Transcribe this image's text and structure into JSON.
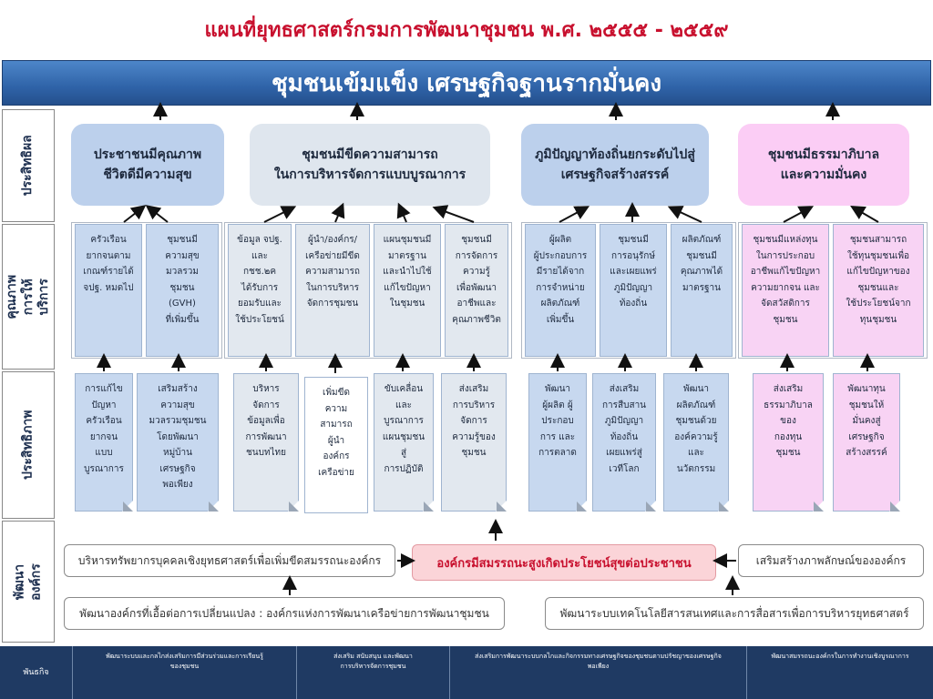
{
  "title": "แผนที่ยุทธศาสตร์กรมการพัฒนาชุมชน พ.ศ. ๒๕๕๕ - ๒๕๕๙",
  "vision": "ชุมชนเข้มแข็ง  เศรษฐกิจฐานรากมั่นคง",
  "perspectives": {
    "effectiveness": "ประสิทธิผล",
    "quality": "คุณภาพ\nการให้บริการ",
    "efficiency": "ประสิทธิภาพ",
    "org_dev": "พัฒนาองค์กร"
  },
  "goals": [
    {
      "text": "ประชาชนมีคุณภาพ\nชีวิตดีมีความสุข"
    },
    {
      "text": "ชุมชนมีขีดความสามารถ\nในการบริหารจัดการแบบบูรณาการ"
    },
    {
      "text": "ภูมิปัญญาท้องถิ่นยกระดับไปสู่\nเศรษฐกิจสร้างสรรค์"
    },
    {
      "text": "ชุมชนมีธรรมาภิบาล\nและความมั่นคง"
    }
  ],
  "quality_items": [
    "ครัวเรือน\nยากจนตาม\nเกณฑ์รายได้\nจปฐ. หมดไป",
    "ชุมชนมี\nความสุข\nมวลรวม\nชุมชน\n(GVH)\nที่เพิ่มขึ้น",
    "ข้อมูล จปฐ.\nและ\nกชช.๒ค\nได้รับการ\nยอมรับและ\nใช้ประโยชน์",
    "ผู้นำ/องค์กร/\nเครือข่ายมีขีด\nความสามารถ\nในการบริหาร\nจัดการชุมชน",
    "แผนชุมชนมี\nมาตรฐาน\nและนำไปใช้\nแก้ไขปัญหา\nในชุมชน",
    "ชุมชนมี\nการจัดการ\nความรู้\nเพื่อพัฒนา\nอาชีพและ\nคุณภาพชีวิต",
    "ผู้ผลิต\nผู้ประกอบการ\nมีรายได้จาก\nการจำหน่าย\nผลิตภัณฑ์\nเพิ่มขึ้น",
    "ชุมชนมี\nการอนุรักษ์\nและเผยแพร่\nภูมิปัญญา\nท้องถิ่น",
    "ผลิตภัณฑ์\nชุมชนมี\nคุณภาพได้\nมาตรฐาน",
    "ชุมชนมีแหล่งทุน\nในการประกอบ\nอาชีพแก้ไขปัญหา\nความยากจน และ\nจัดสวัสดิการ\nชุมชน",
    "ชุมชนสามารถ\nใช้ทุนชุมชนเพื่อ\nแก้ไขปัญหาของ\nชุมชนและ\nใช้ประโยชน์จาก\nทุนชุมชน"
  ],
  "efficiency_items": [
    "การแก้ไข\nปัญหา\nครัวเรือน\nยากจน\nแบบ\nบูรณาการ",
    "เสริมสร้าง\nความสุข\nมวลรวมชุมชน\nโดยพัฒนา\nหมู่บ้าน\nเศรษฐกิจ\nพอเพียง",
    "บริหาร\nจัดการ\nข้อมูลเพื่อ\nการพัฒนา\nชนบทไทย",
    "เพิ่มขีด\nความ\nสามารถ\nผู้นำ\nองค์กร\nเครือข่าย",
    "ขับเคลื่อน\nและ\nบูรณาการ\nแผนชุมชน\nสู่\nการปฏิบัติ",
    "ส่งเสริม\nการบริหาร\nจัดการ\nความรู้ของ\nชุมชน",
    "พัฒนา\nผู้ผลิต ผู้\nประกอบ\nการ และ\nการตลาด",
    "ส่งเสริม\nการสืบสาน\nภูมิปัญญา\nท้องถิ่น\nเผยแพร่สู่\nเวทีโลก",
    "พัฒนา\nผลิตภัณฑ์\nชุมชนด้วย\nองค์ความรู้\nและ\nนวัตกรรม",
    "ส่งเสริม\nธรรมาภิบาล\nของ\nกองทุน\nชุมชน",
    "พัฒนาทุน\nชุมชนให้\nมั่นคงสู่\nเศรษฐกิจ\nสร้างสรรค์"
  ],
  "org": {
    "center": "องค์กรมีสมรรถนะสูงเกิดประโยชน์สุขต่อประชาชน",
    "hr": "บริหารทรัพยากรบุคคลเชิงยุทธศาสตร์เพื่อเพิ่มขีดสมรรถนะองค์กร",
    "image": "เสริมสร้างภาพลักษณ์ขององค์กร",
    "change": "พัฒนาองค์กรที่เอื้อต่อการเปลี่ยนแปลง : องค์กรแห่งการพัฒนาเครือข่ายการพัฒนาชุมชน",
    "ict": "พัฒนาระบบเทคโนโลยีสารสนเทศและการสื่อสารเพื่อการบริหารยุทธศาสตร์"
  },
  "mission": {
    "label": "พันธกิจ",
    "items": [
      "พัฒนาระบบและกลไกส่งเสริมการมีส่วนร่วมและการเรียนรู้\nของชุมชน",
      "ส่งเสริม สนับสนุน และพัฒนา\nการบริหารจัดการชุมชน",
      "ส่งเสริมการพัฒนาระบบกลไกและกิจกรรมทางเศรษฐกิจของชุมชนตามปรัชญาของเศรษฐกิจ\nพอเพียง",
      "พัฒนาสมรรถนะองค์กรในการทำงานเชิงบูรณาการ"
    ]
  },
  "colors": {
    "title": "#c8102e",
    "banner": "#2f63a8",
    "goal_blue": "#bcd0ec",
    "goal_grey": "#dfe6ee",
    "goal_pink": "#fbcdf5",
    "org_center_fill": "#fbd4d8",
    "mission_bar": "#1f3a63"
  }
}
